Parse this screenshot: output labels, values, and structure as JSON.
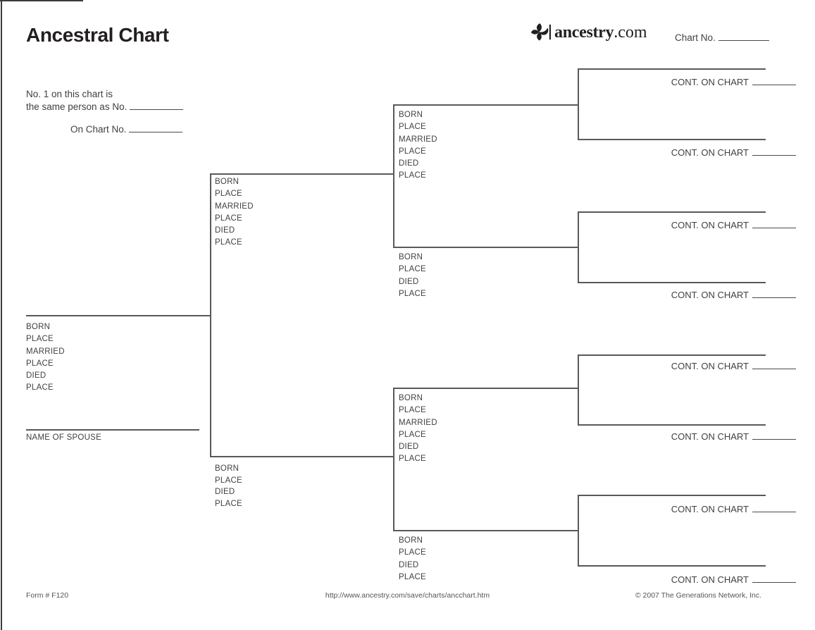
{
  "header": {
    "title": "Ancestral Chart",
    "logo": {
      "brand": "ancestry",
      "domain": ".com"
    },
    "chart_no_label": "Chart No."
  },
  "intro": {
    "line1": "No. 1 on this chart is",
    "line2": "the same person as No.",
    "line3": "On Chart No."
  },
  "labels": {
    "cont_on_chart": "CONT. ON CHART",
    "name_of_spouse": "NAME OF SPOUSE"
  },
  "fields": {
    "person1": [
      "BORN",
      "PLACE",
      "MARRIED",
      "PLACE",
      "DIED",
      "PLACE"
    ],
    "father": [
      "BORN",
      "PLACE",
      "MARRIED",
      "PLACE",
      "DIED",
      "PLACE"
    ],
    "mother": [
      "BORN",
      "PLACE",
      "DIED",
      "PLACE"
    ],
    "paternal_grandfather": [
      "BORN",
      "PLACE",
      "MARRIED",
      "PLACE",
      "DIED",
      "PLACE"
    ],
    "paternal_grandmother": [
      "BORN",
      "PLACE",
      "DIED",
      "PLACE"
    ],
    "maternal_grandfather": [
      "BORN",
      "PLACE",
      "MARRIED",
      "PLACE",
      "DIED",
      "PLACE"
    ],
    "maternal_grandmother": [
      "BORN",
      "PLACE",
      "DIED",
      "PLACE"
    ]
  },
  "footer": {
    "form_number": "Form # F120",
    "url": "http://www.ancestry.com/save/charts/ancchart.htm",
    "copyright": "© 2007 The Generations Network, Inc."
  },
  "colors": {
    "line": "#58595b",
    "text": "#414042",
    "title": "#231f20"
  }
}
